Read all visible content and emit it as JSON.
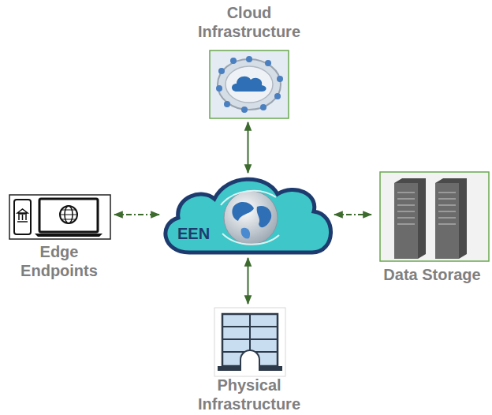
{
  "diagram": {
    "nodes": [
      {
        "text": [
          "Cloud Infrastructure"
        ]
      },
      {
        "text": [
          "Edge Endpoints"
        ]
      },
      {
        "text": [
          "EEN"
        ]
      },
      {
        "text": [
          "Data Storage"
        ]
      },
      {
        "text": [
          "Physical Infrastructure"
        ]
      }
    ],
    "edges": [
      {
        "from": 0,
        "to": 2,
        "arrow": "both"
      },
      {
        "from": 1,
        "to": 2,
        "arrow": "both"
      },
      {
        "from": 2,
        "to": 3,
        "arrow": "both"
      },
      {
        "from": 2,
        "to": 4,
        "arrow": "both"
      }
    ]
  }
}
